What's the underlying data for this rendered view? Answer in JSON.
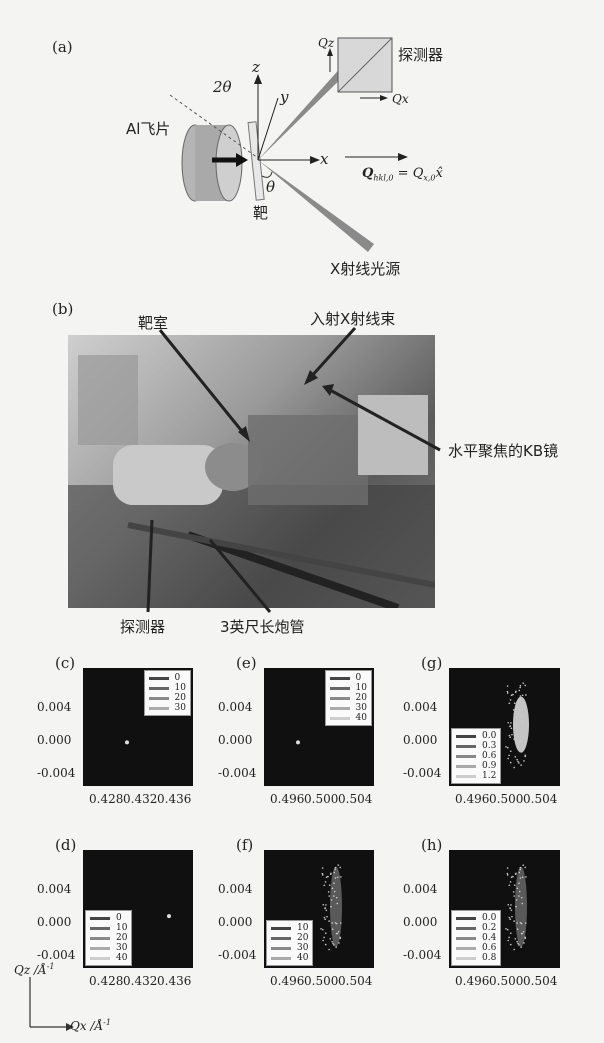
{
  "panel_a": {
    "label": "(a)",
    "flyer": "Al飞片",
    "two_theta": "2θ",
    "z": "z",
    "y": "y",
    "x": "x",
    "theta": "θ",
    "target": "靶",
    "detector": "探测器",
    "qz": "Qz",
    "qx": "Qx",
    "q_eq": "Q",
    "q_sub": "hkl,0",
    "q_rhs": " = Q",
    "q_rhs_sub": "x,0",
    "q_vec": "x̂",
    "xray_source": "X射线光源"
  },
  "panel_b": {
    "label": "(b)",
    "chamber": "靶室",
    "incident": "入射X射线束",
    "kb_mirror": "水平聚焦的KB镜",
    "detector": "探测器",
    "gun": "3英尺长炮管"
  },
  "plots": {
    "y_ticks": [
      "0.004",
      "0.000",
      "-0.004"
    ],
    "x_ticks_left": [
      "0.428",
      "0.432",
      "0.436"
    ],
    "x_ticks_right": [
      "0.496",
      "0.500",
      "0.504"
    ],
    "axis_qz": "Qz /Å",
    "axis_qz_sup": "-1",
    "axis_qx": "Qx /Å",
    "axis_qx_sup": "-1"
  },
  "chart_data": [
    {
      "type": "heatmap",
      "label": "(c)",
      "legend": [
        "0",
        "10",
        "20",
        "30"
      ]
    },
    {
      "type": "heatmap",
      "label": "(e)",
      "legend": [
        "0",
        "10",
        "20",
        "30",
        "40"
      ]
    },
    {
      "type": "heatmap",
      "label": "(g)",
      "legend": [
        "0.0",
        "0.3",
        "0.6",
        "0.9",
        "1.2"
      ]
    },
    {
      "type": "heatmap",
      "label": "(d)",
      "legend": [
        "0",
        "10",
        "20",
        "30",
        "40"
      ]
    },
    {
      "type": "heatmap",
      "label": "(f)",
      "legend": [
        "10",
        "20",
        "30",
        "40"
      ]
    },
    {
      "type": "heatmap",
      "label": "(h)",
      "legend": [
        "0.0",
        "0.2",
        "0.4",
        "0.6",
        "0.8"
      ]
    }
  ]
}
